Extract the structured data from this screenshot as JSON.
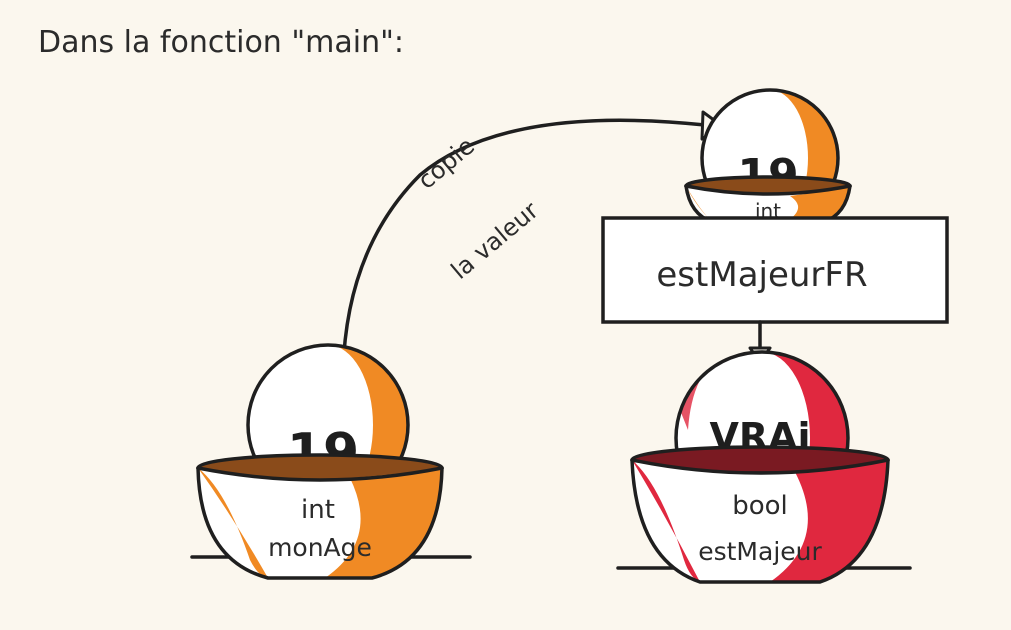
{
  "title": "Dans la fonction \"main\":",
  "arrow_label": {
    "line1": "copie",
    "line2": "la valeur"
  },
  "source_bowl": {
    "value": "19",
    "type": "int",
    "name": "monAge",
    "color": "#f08a24"
  },
  "param_bowl": {
    "value": "19",
    "type": "int",
    "color": "#f08a24"
  },
  "function_box": {
    "name": "estMajeurFR"
  },
  "result_bowl": {
    "value": "VRAi",
    "type": "bool",
    "name": "estMajeur",
    "color": "#e0283f"
  },
  "colors": {
    "ink": "#1f1f1f",
    "paper": "#fbf7ee",
    "orange": "#f08a24",
    "red": "#e0283f"
  }
}
